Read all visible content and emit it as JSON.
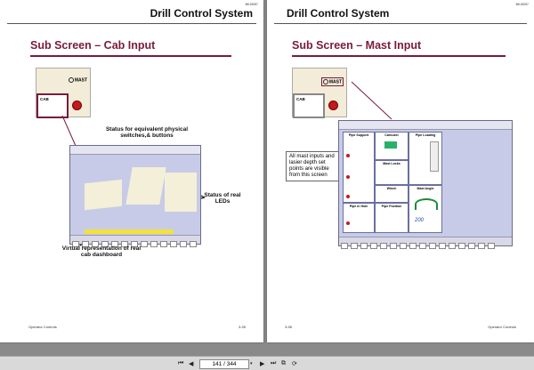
{
  "left_page": {
    "doc_id": "BK15057",
    "header": "Drill Control System",
    "subtitle": "Sub Screen – Cab Input",
    "thumb": {
      "mast_label": "MAST",
      "cab_label": "CAB"
    },
    "callouts": {
      "status_physical": "Status for equivalent physical switches,& buttons",
      "status_leds": "Status of real LEDs",
      "virtual_dashboard": "Virtual representation of real cab dashboard"
    },
    "footer_left": "Operator Controls",
    "footer_right": "3-95"
  },
  "right_page": {
    "doc_id": "BK15057",
    "header": "Drill Control System",
    "subtitle": "Sub Screen – Mast Input",
    "note": "All mast inputs and lasier depth set points are visible from this screen",
    "panels": {
      "pipe_support": "Pipe Support",
      "carousel": "Carousel",
      "pipe_loading": "Pipe Loading",
      "mast_locks": "Mast Locks",
      "winch": "Winch",
      "mast_angle": "Mast Angle",
      "pipe_in_hole": "Pipe in Hole",
      "pipe_position": "Pipe Position"
    },
    "gauge_value": "200",
    "footer_left": "3-96",
    "footer_right": "Operator Controls"
  },
  "toolbar": {
    "page_display": "141 / 344",
    "page_current": 141,
    "page_total": 344
  },
  "colors": {
    "accent": "#7a1b3b",
    "screen_bg": "#c7cbe8",
    "viewer_bg": "#8a8a8a"
  }
}
